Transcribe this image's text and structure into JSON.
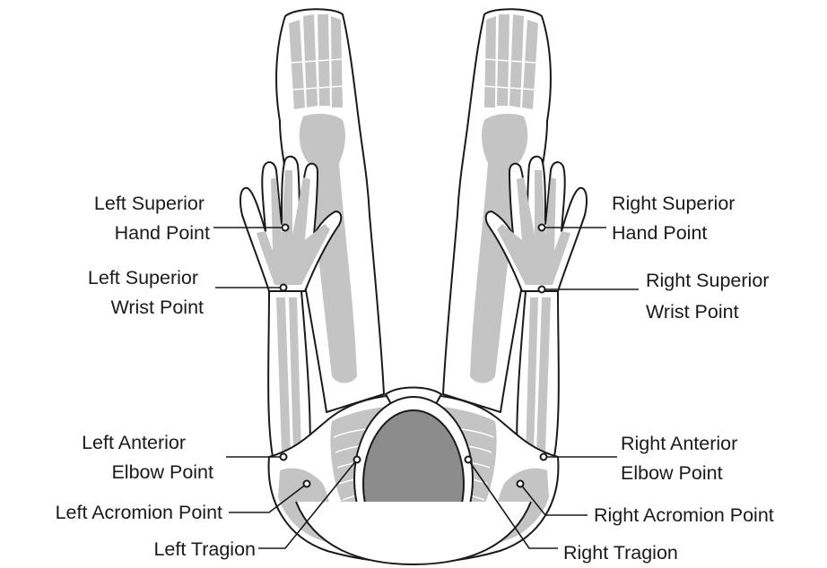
{
  "landmarks": {
    "left_superior_hand": [
      "Left Superior",
      "Hand Point"
    ],
    "left_superior_wrist": [
      "Left Superior",
      "Wrist Point"
    ],
    "left_anterior_elbow": [
      "Left Anterior",
      "Elbow Point"
    ],
    "left_acromion": [
      "Left Acromion Point"
    ],
    "left_tragion": [
      "Left Tragion"
    ],
    "right_superior_hand": [
      "Right Superior",
      "Hand Point"
    ],
    "right_superior_wrist": [
      "Right Superior",
      "Wrist Point"
    ],
    "right_anterior_elbow": [
      "Right Anterior",
      "Elbow Point"
    ],
    "right_acromion": [
      "Right Acromion Point"
    ],
    "right_tragion": [
      "Right Tragion"
    ]
  }
}
